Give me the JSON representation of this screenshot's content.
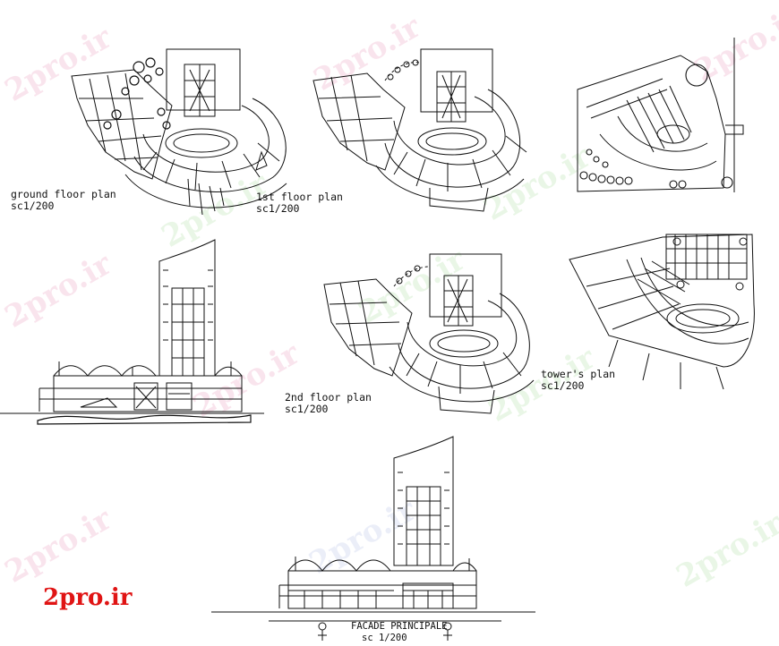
{
  "watermark": "2pro.ir",
  "logo": "2pro.ir",
  "labels": {
    "ground_title": "ground floor plan",
    "ground_scale": "sc1/200",
    "first_title": "1st floor plan",
    "first_scale": "sc1/200",
    "second_title": "2nd floor plan",
    "second_scale": "sc1/200",
    "tower_title": "tower's plan",
    "tower_scale": "sc1/200",
    "facade_title": "FACADE PRINCIPALE",
    "facade_scale": "sc 1/200"
  },
  "colors": {
    "logo": "#e01414",
    "line": "#111111",
    "watermark_pink": "#d63a7a",
    "watermark_green": "#5fbf4a"
  }
}
